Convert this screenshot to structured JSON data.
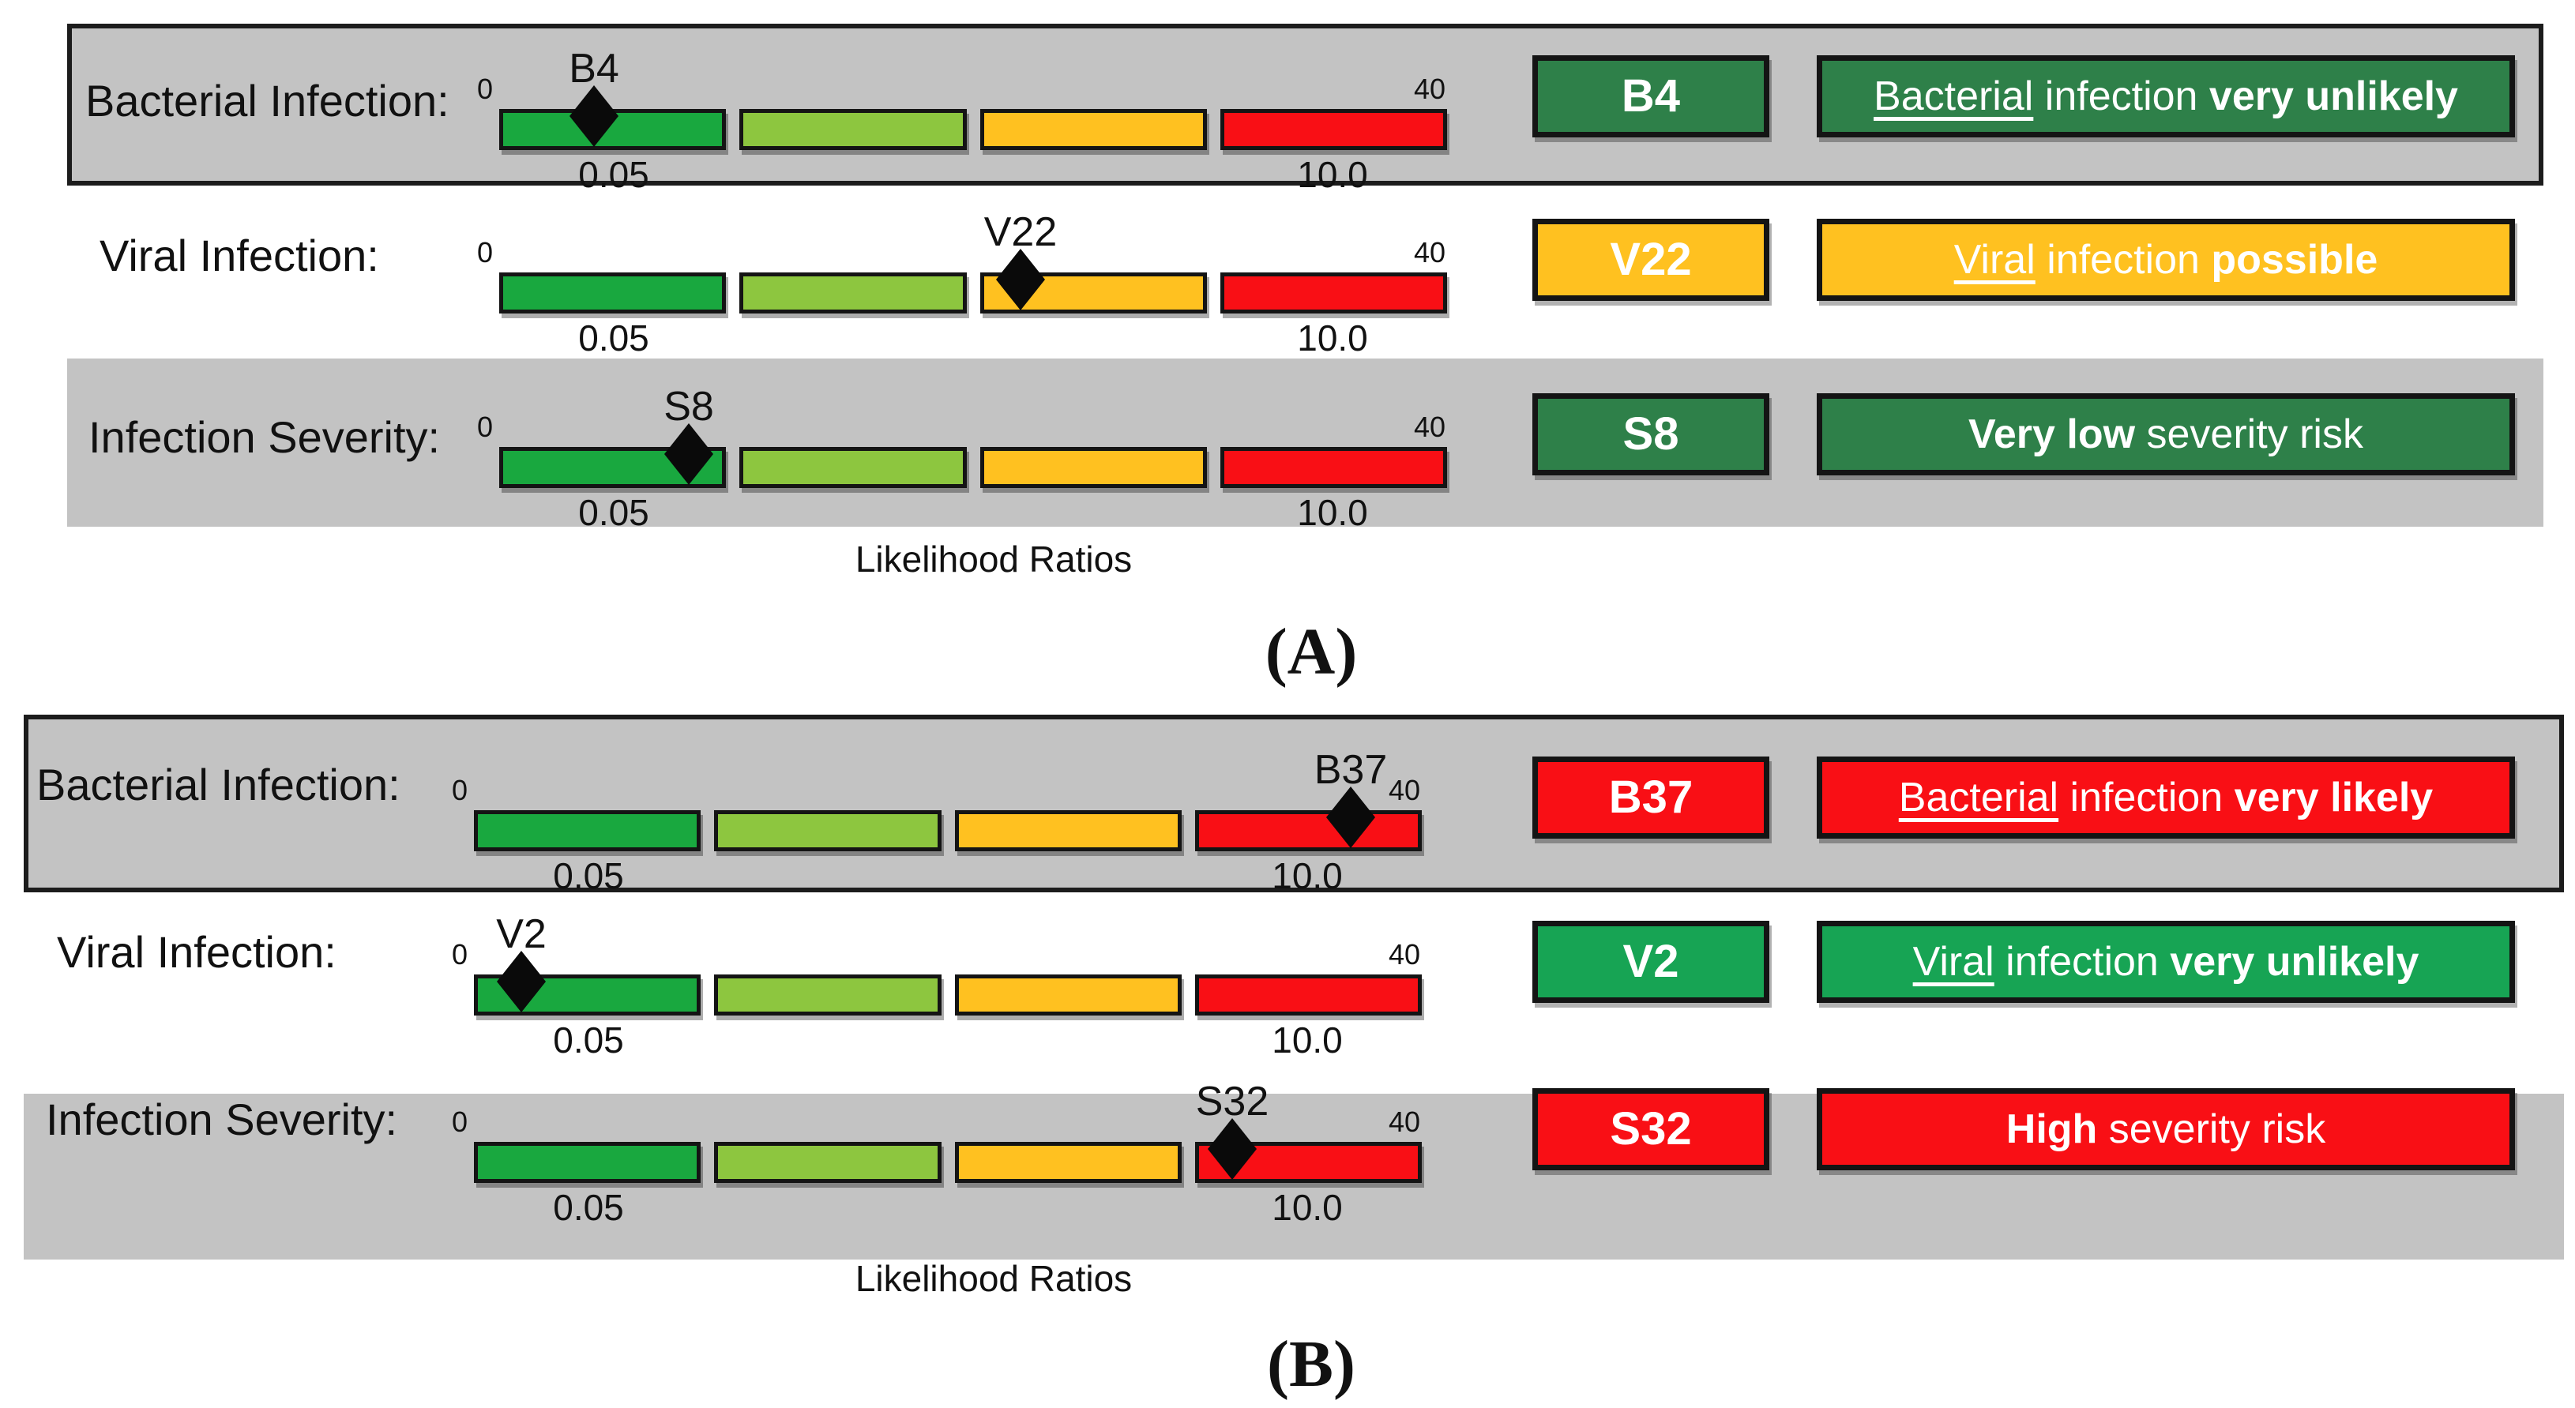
{
  "figure": {
    "caption_axis": "Likelihood Ratios",
    "panel_a_tag": "(A)",
    "panel_b_tag": "(B)"
  },
  "scale": {
    "min_label": "0",
    "max_label": "40",
    "low_label": "0.05",
    "high_label": "10.0",
    "max_value": 40
  },
  "colors": {
    "band_gray": "#C3C3C3",
    "zone_green": "#19A83F",
    "zone_light_green": "#8DC63F",
    "zone_amber": "#FFC120",
    "zone_red": "#F90F15",
    "status_dark_green": "#2E8049",
    "status_green": "#17A454",
    "status_amber": "#FFC120",
    "status_red": "#F90F15",
    "marker_black": "#0A0A0A",
    "text_white": "#FFFFFF"
  },
  "panels": [
    {
      "tag": "(A)",
      "caption": "Likelihood Ratios",
      "rows": [
        {
          "label": "Bacterial Infection:",
          "code": "B4",
          "value": 4,
          "status": "dark-green",
          "desc": {
            "underlined": "Bacterial",
            "middle": " infection ",
            "bold": "very unlikely"
          }
        },
        {
          "label": "Viral Infection:",
          "code": "V22",
          "value": 22,
          "status": "amber",
          "desc": {
            "underlined": "Viral",
            "middle": " infection ",
            "bold": "possible"
          }
        },
        {
          "label": "Infection Severity:",
          "code": "S8",
          "value": 8,
          "status": "dark-green",
          "desc": {
            "bold": "Very low",
            "rest": " severity risk"
          }
        }
      ]
    },
    {
      "tag": "(B)",
      "caption": "Likelihood Ratios",
      "rows": [
        {
          "label": "Bacterial Infection:",
          "code": "B37",
          "value": 37,
          "status": "red",
          "desc": {
            "underlined": "Bacterial",
            "middle": " infection ",
            "bold": "very likely"
          }
        },
        {
          "label": "Viral Infection:",
          "code": "V2",
          "value": 2,
          "status": "green",
          "desc": {
            "underlined": "Viral",
            "middle": " infection ",
            "bold": "very unlikely"
          }
        },
        {
          "label": "Infection Severity:",
          "code": "S32",
          "value": 32,
          "status": "red",
          "desc": {
            "bold": "High",
            "rest": " severity risk"
          }
        }
      ]
    }
  ],
  "chart_data": [
    {
      "type": "bullet",
      "panel": "A",
      "title": "Likelihood Ratios",
      "axis": {
        "min": 0,
        "max": 40,
        "zone_count": 4,
        "zone_colors": [
          "green",
          "light-green",
          "amber",
          "red"
        ],
        "zone_value_labels": {
          "first_zone": "0.05",
          "last_zone": "10.0"
        }
      },
      "rows": [
        {
          "category": "Bacterial Infection",
          "marker": "B4",
          "value": 4,
          "interpretation": "Bacterial infection very unlikely",
          "status_color": "#2E8049"
        },
        {
          "category": "Viral Infection",
          "marker": "V22",
          "value": 22,
          "interpretation": "Viral infection possible",
          "status_color": "#FFC120"
        },
        {
          "category": "Infection Severity",
          "marker": "S8",
          "value": 8,
          "interpretation": "Very low severity risk",
          "status_color": "#2E8049"
        }
      ]
    },
    {
      "type": "bullet",
      "panel": "B",
      "title": "Likelihood Ratios",
      "axis": {
        "min": 0,
        "max": 40,
        "zone_count": 4,
        "zone_colors": [
          "green",
          "light-green",
          "amber",
          "red"
        ],
        "zone_value_labels": {
          "first_zone": "0.05",
          "last_zone": "10.0"
        }
      },
      "rows": [
        {
          "category": "Bacterial Infection",
          "marker": "B37",
          "value": 37,
          "interpretation": "Bacterial infection very likely",
          "status_color": "#F90F15"
        },
        {
          "category": "Viral Infection",
          "marker": "V2",
          "value": 2,
          "interpretation": "Viral infection very unlikely",
          "status_color": "#17A454"
        },
        {
          "category": "Infection Severity",
          "marker": "S32",
          "value": 32,
          "interpretation": "High severity risk",
          "status_color": "#F90F15"
        }
      ]
    }
  ]
}
